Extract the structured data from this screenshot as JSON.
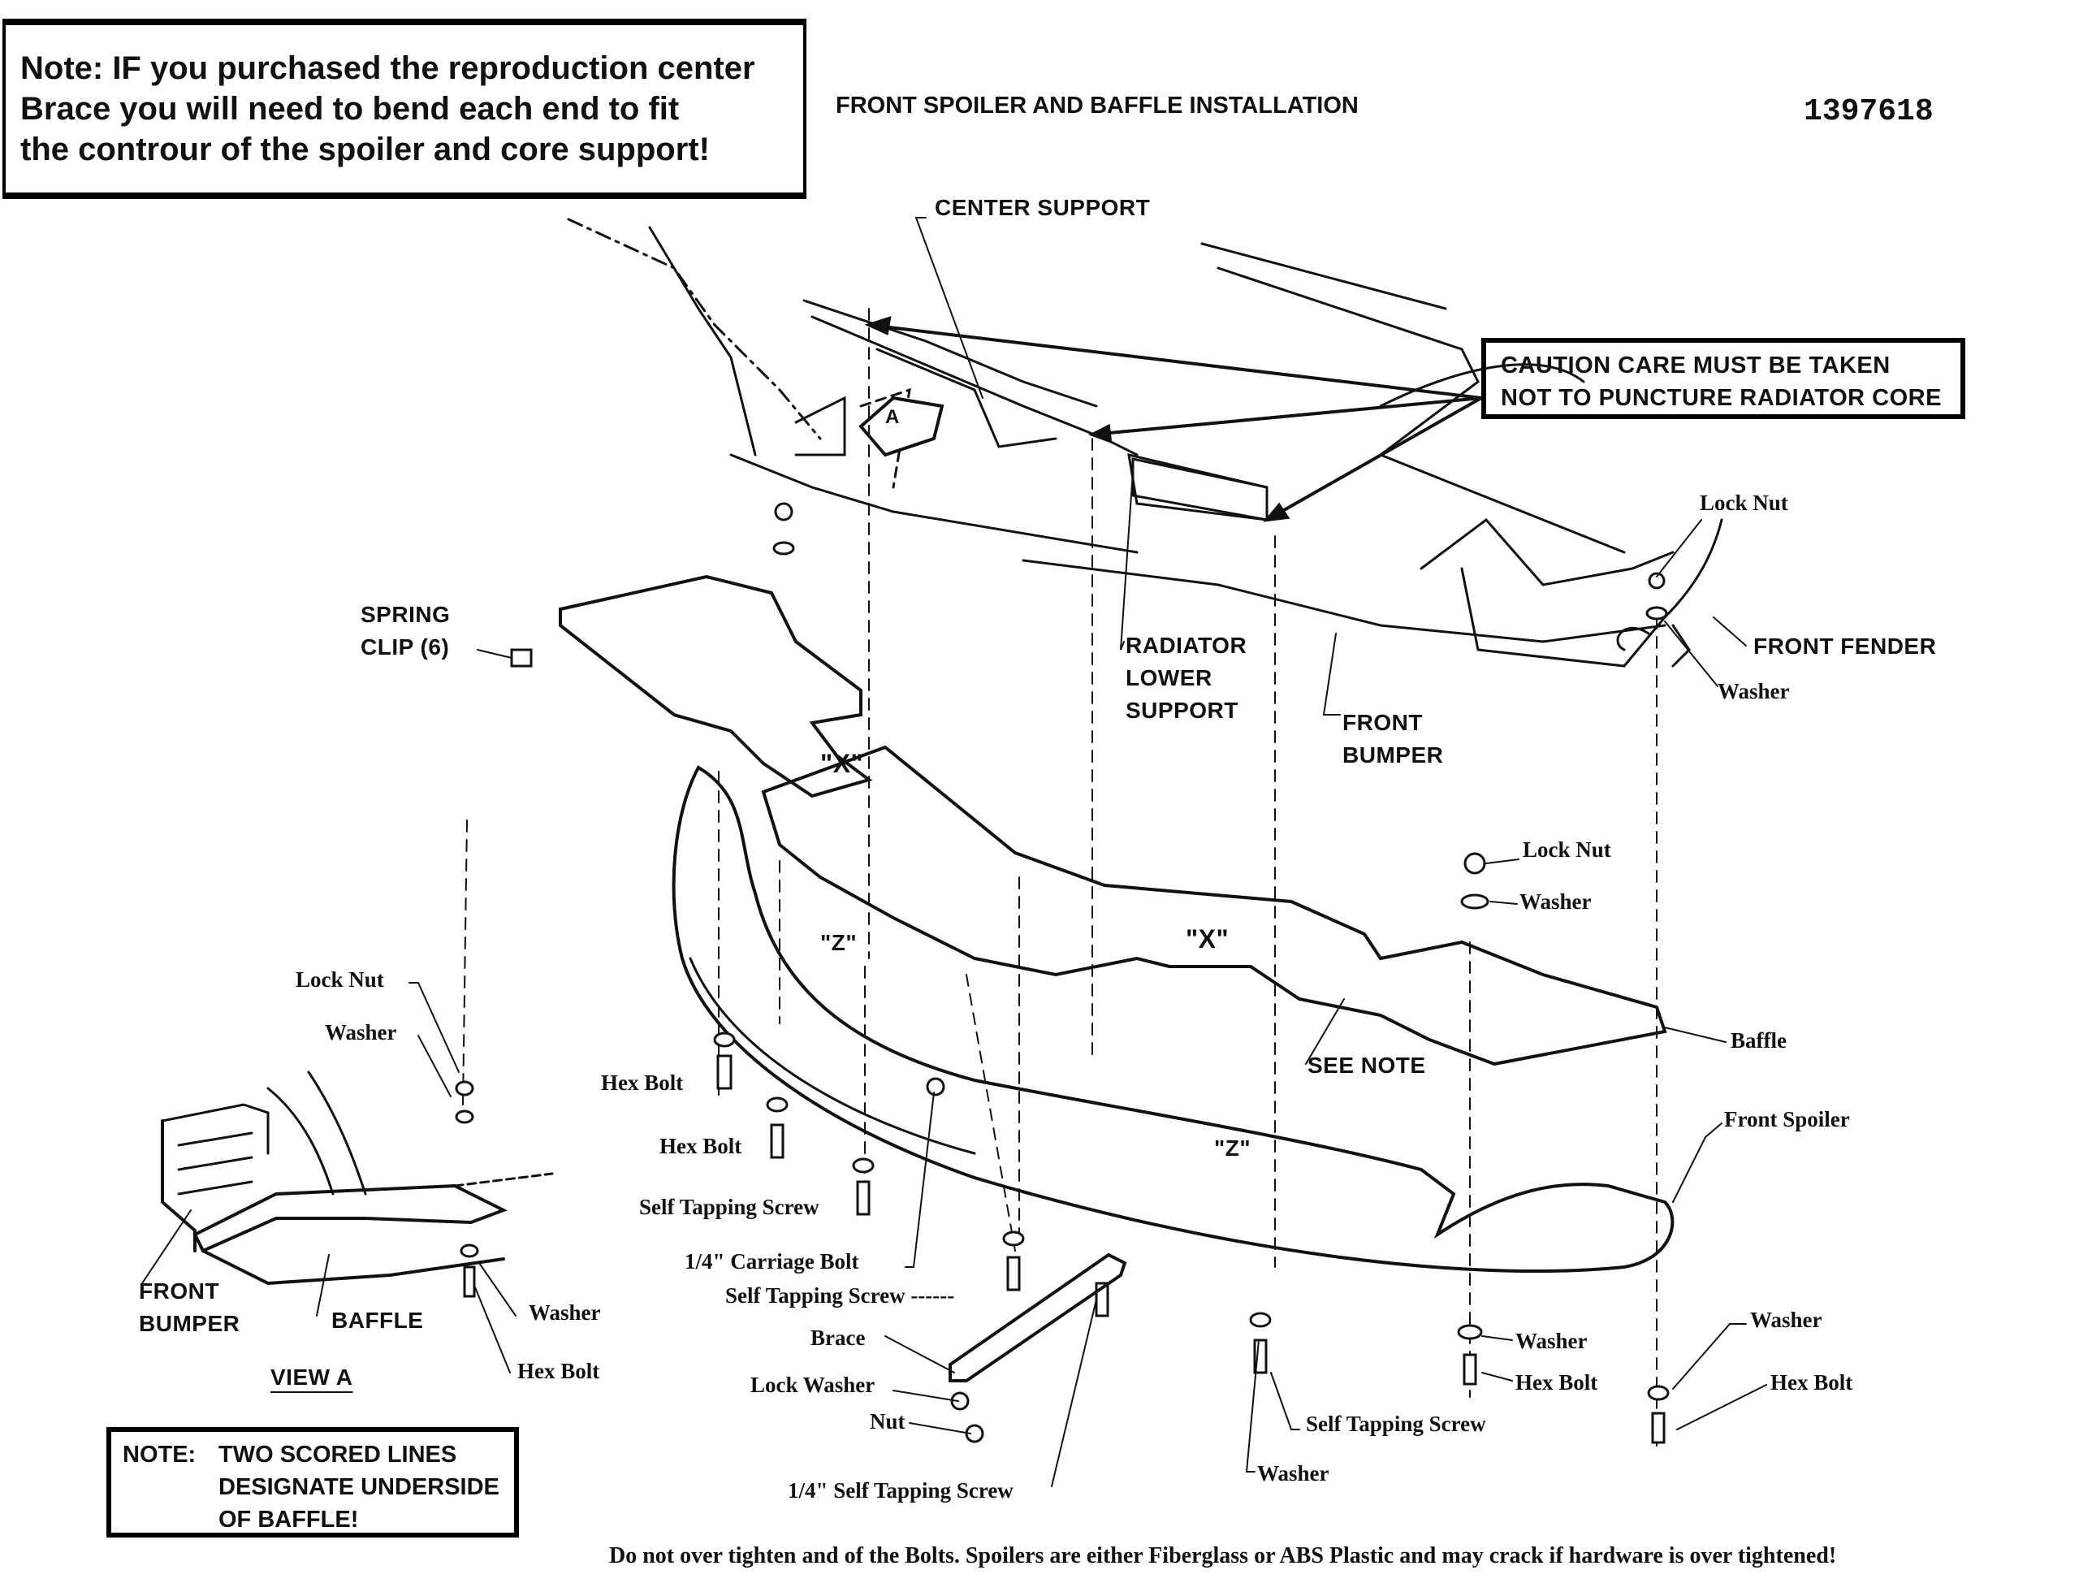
{
  "header": {
    "note_lines": [
      "Note:  IF you purchased the reproduction center",
      "Brace you will need to bend each end to fit",
      "the controur of the spoiler and core support!"
    ],
    "title": "FRONT SPOILER AND BAFFLE INSTALLATION",
    "part_number": "1397618"
  },
  "caution": {
    "lines": [
      "CAUTION CARE MUST BE TAKEN",
      "NOT TO PUNCTURE RADIATOR CORE"
    ]
  },
  "labels": {
    "center_support": "CENTER SUPPORT",
    "arrow_a": "A",
    "lock_nut_fender": "Lock Nut",
    "front_fender": "FRONT FENDER",
    "washer_fender": "Washer",
    "spring_clip": [
      "SPRING",
      "CLIP (6)"
    ],
    "radiator_lower_support": [
      "RADIATOR",
      "LOWER",
      "SUPPORT"
    ],
    "front_bumper": [
      "FRONT",
      "BUMPER"
    ],
    "x_left": "\"X\"",
    "x_right": "\"X\"",
    "z_left": "\"Z\"",
    "z_right": "\"Z\"",
    "lock_nut_mid": "Lock Nut",
    "washer_mid": "Washer",
    "baffle": "Baffle",
    "see_note": "SEE NOTE",
    "front_spoiler": "Front Spoiler",
    "hex_bolt_1": "Hex Bolt",
    "hex_bolt_2": "Hex Bolt",
    "self_tapping_screw_1": "Self Tapping Screw",
    "carriage_bolt": "1/4\" Carriage Bolt",
    "self_tapping_screw_2": "Self Tapping Screw ------",
    "brace": "Brace",
    "lock_washer": "Lock Washer",
    "nut": "Nut",
    "quarter_self_tapping_screw": "1/4\" Self Tapping Screw",
    "washer_bottom_center": "Washer",
    "self_tapping_screw_3": "Self Tapping Screw",
    "washer_bottom_right": "Washer",
    "hex_bolt_bottom_right": "Hex Bolt",
    "washer_far_right": "Washer",
    "hex_bolt_far_right": "Hex Bolt"
  },
  "view_a": {
    "lock_nut": "Lock Nut",
    "washer_top": "Washer",
    "front_bumper": [
      "FRONT",
      "BUMPER"
    ],
    "baffle": "BAFFLE",
    "washer_bottom": "Washer",
    "hex_bolt": "Hex Bolt",
    "title": "VIEW A"
  },
  "note2": {
    "prefix": "NOTE:",
    "lines": [
      "TWO SCORED LINES",
      "DESIGNATE UNDERSIDE",
      "OF BAFFLE!"
    ]
  },
  "footer": "Do not over tighten and of the Bolts. Spoilers are either Fiberglass or ABS Plastic and may crack if hardware is over tightened!"
}
